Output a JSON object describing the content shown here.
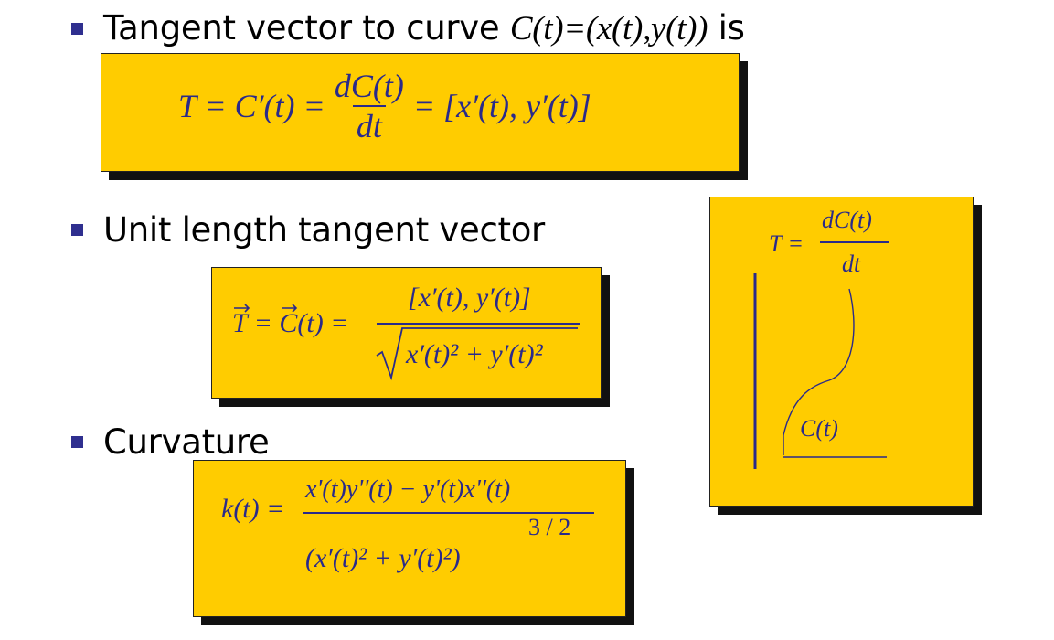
{
  "bullets": {
    "tangent": {
      "prefix": "Tangent vector to curve ",
      "formula": "C(t)=(x(t),y(t))",
      "suffix": " is"
    },
    "unit": "Unit length tangent vector",
    "curvature": "Curvature"
  },
  "eq_tangent": {
    "lhs": "T = C′(t) =",
    "num": "dC(t)",
    "den": "dt",
    "rhs": "= [x′(t), y′(t)]"
  },
  "eq_unit": {
    "lhs": "T = C(t) =",
    "num": "[x′(t), y′(t)]",
    "den": "x′(t)² + y′(t)²"
  },
  "eq_curvature": {
    "lhs": "k(t) =",
    "num": "x'(t)y''(t) − y'(t)x''(t)",
    "den": "(x′(t)² + y′(t)²)",
    "exp": "3 / 2"
  },
  "diagram": {
    "lhs": "T =",
    "num": "dC(t)",
    "den": "dt",
    "curve_label": "C(t)"
  },
  "colors": {
    "box": "#ffcc00",
    "math": "#2a2a8a",
    "bullet": "#2f2f8f",
    "shadow": "#111111"
  }
}
